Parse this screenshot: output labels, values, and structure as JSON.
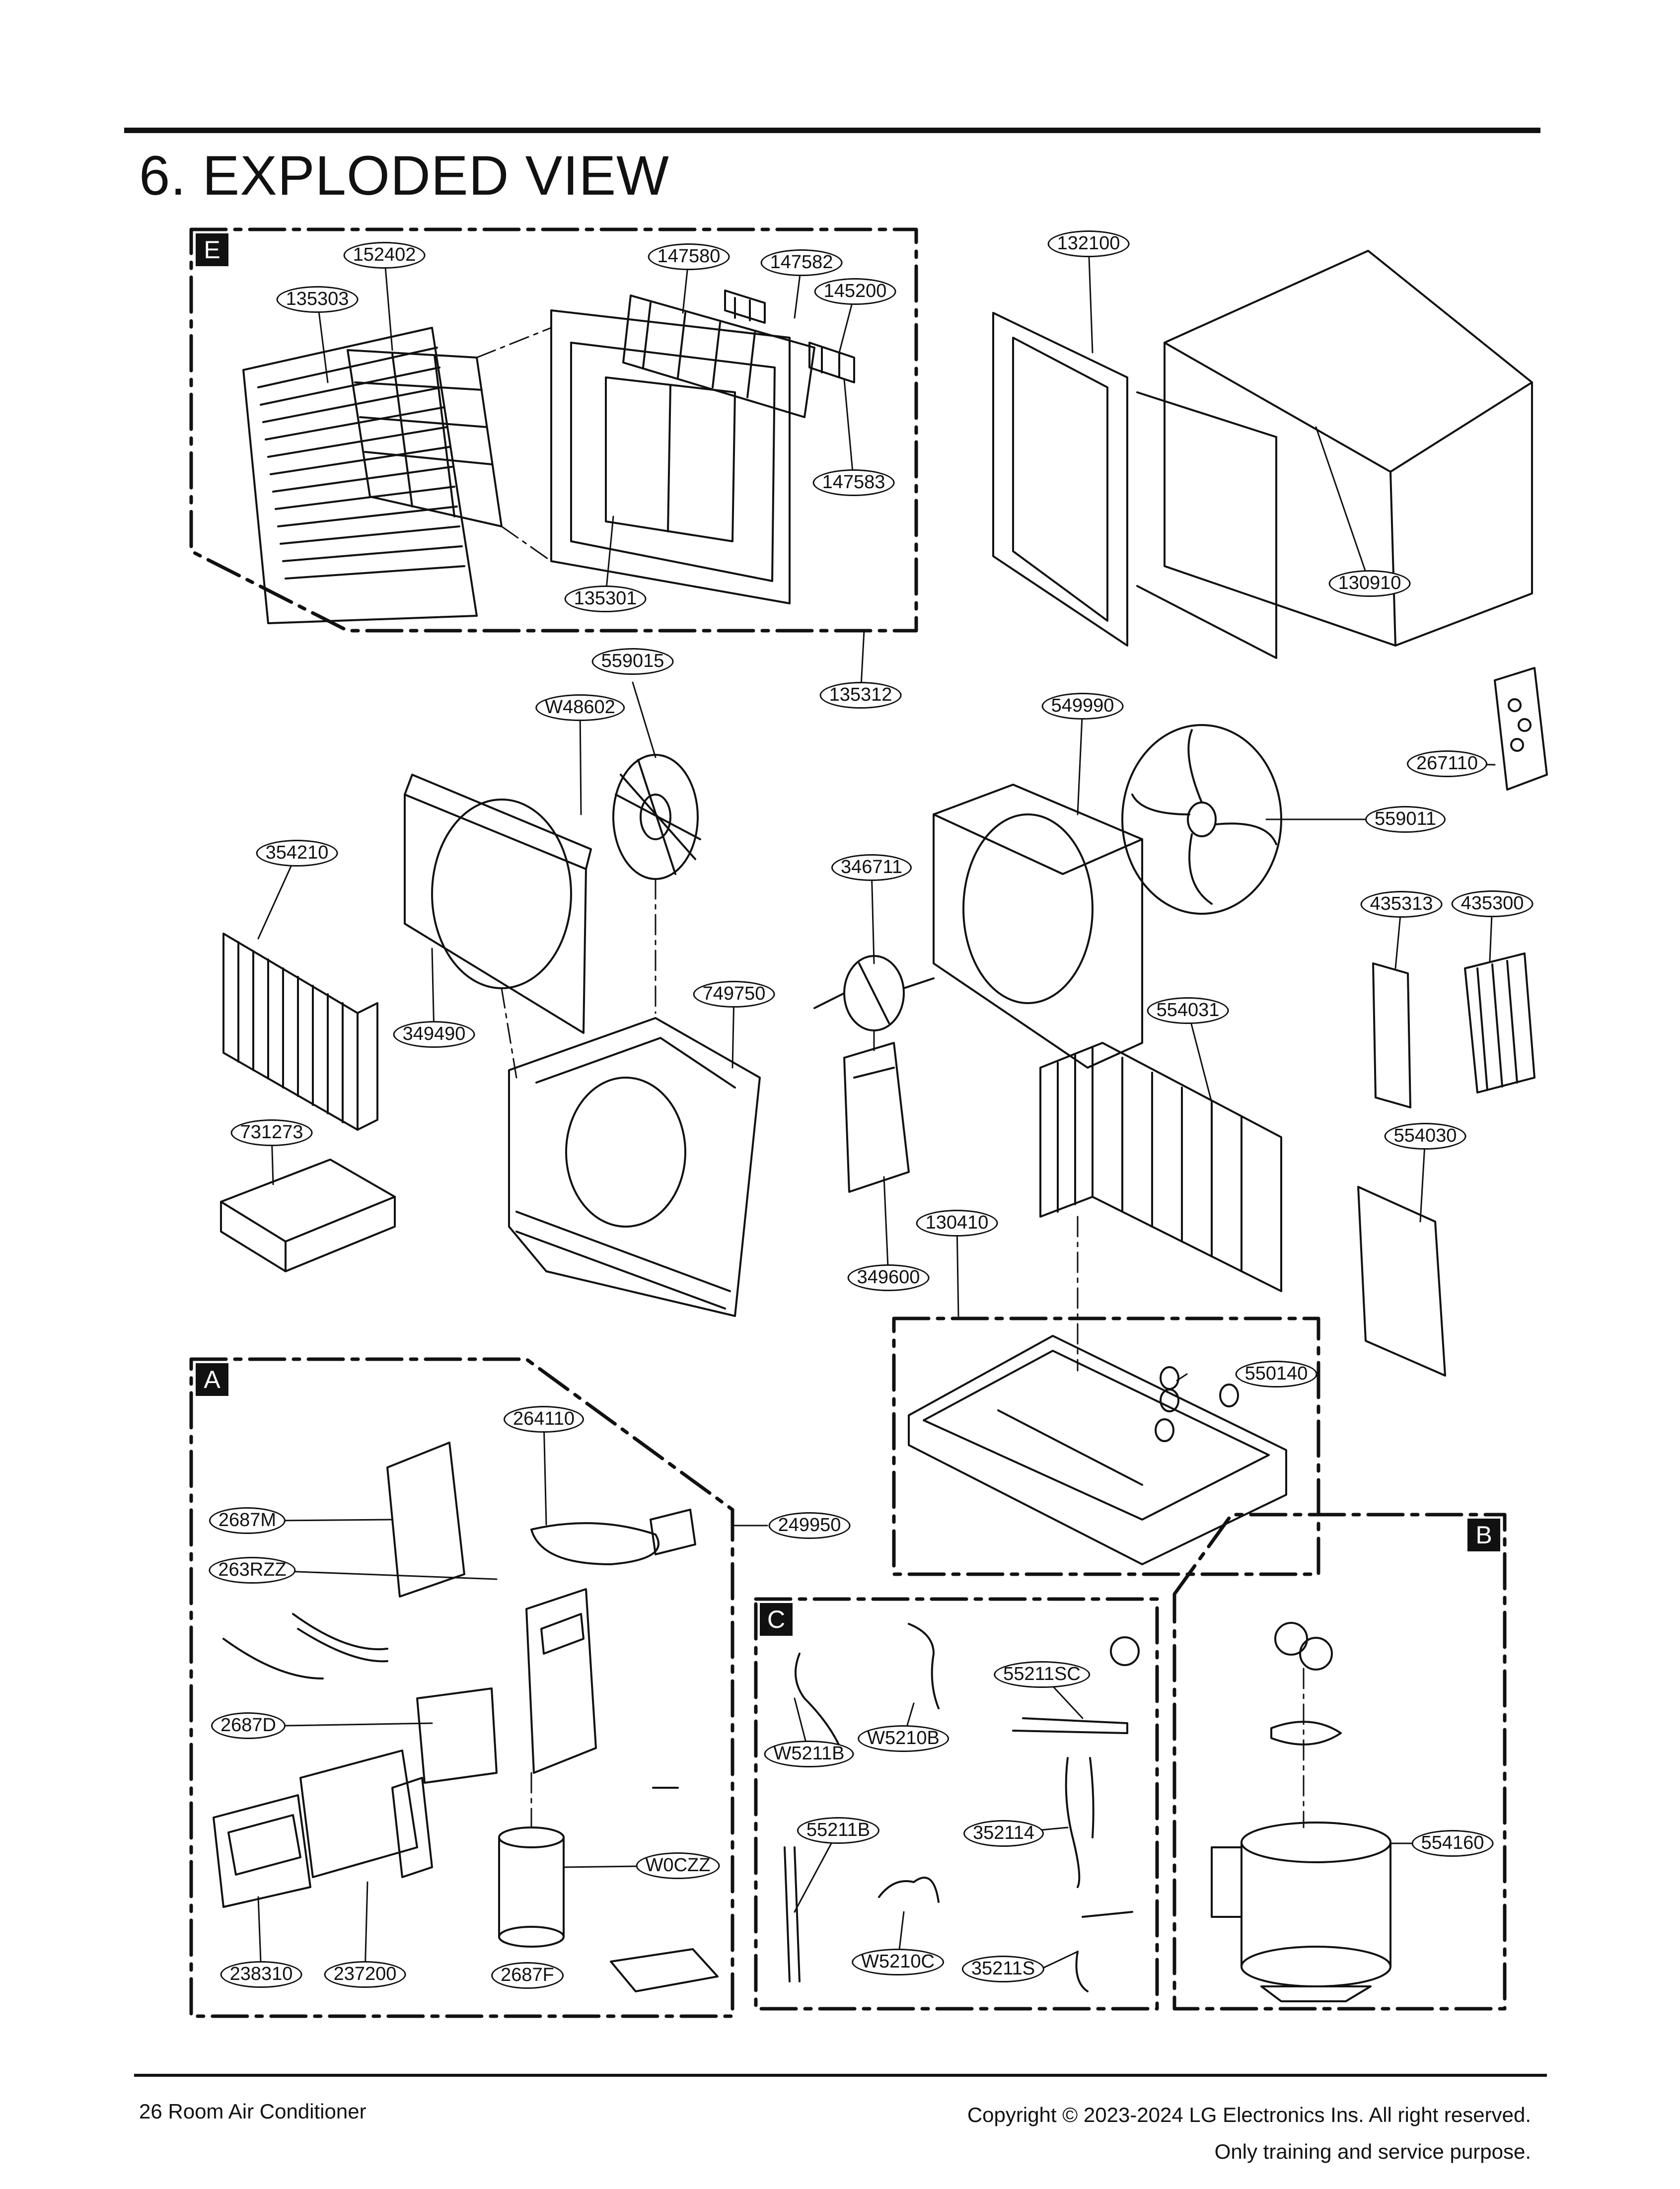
{
  "page": {
    "title": "6. EXPLODED VIEW",
    "footer_left": "26  Room Air Conditioner",
    "footer_copyright": "Copyright © 2023-2024 LG Electronics Ins. All right reserved.",
    "footer_purpose": "Only training and service purpose."
  },
  "sections": [
    {
      "id": "E",
      "label": "E"
    },
    {
      "id": "A",
      "label": "A"
    },
    {
      "id": "B",
      "label": "B"
    },
    {
      "id": "C",
      "label": "C"
    }
  ],
  "callouts": [
    {
      "id": "c152402",
      "part": "152402"
    },
    {
      "id": "c135303",
      "part": "135303"
    },
    {
      "id": "c147580",
      "part": "147580"
    },
    {
      "id": "c147582",
      "part": "147582"
    },
    {
      "id": "c145200",
      "part": "145200"
    },
    {
      "id": "c147583",
      "part": "147583"
    },
    {
      "id": "c135301",
      "part": "135301"
    },
    {
      "id": "c132100",
      "part": "132100"
    },
    {
      "id": "c130910",
      "part": "130910"
    },
    {
      "id": "c559015",
      "part": "559015"
    },
    {
      "id": "c135312",
      "part": "135312"
    },
    {
      "id": "cW48602",
      "part": "W48602"
    },
    {
      "id": "c549990",
      "part": "549990"
    },
    {
      "id": "c267110",
      "part": "267110"
    },
    {
      "id": "c559011",
      "part": "559011"
    },
    {
      "id": "c354210",
      "part": "354210"
    },
    {
      "id": "c346711",
      "part": "346711"
    },
    {
      "id": "c435313",
      "part": "435313"
    },
    {
      "id": "c435300",
      "part": "435300"
    },
    {
      "id": "c749750",
      "part": "749750"
    },
    {
      "id": "c554031",
      "part": "554031"
    },
    {
      "id": "c349490",
      "part": "349490"
    },
    {
      "id": "c731273",
      "part": "731273"
    },
    {
      "id": "c554030",
      "part": "554030"
    },
    {
      "id": "c130410",
      "part": "130410"
    },
    {
      "id": "c349600",
      "part": "349600"
    },
    {
      "id": "c550140",
      "part": "550140"
    },
    {
      "id": "c264110",
      "part": "264110"
    },
    {
      "id": "c2687M",
      "part": "2687M"
    },
    {
      "id": "c249950",
      "part": "249950"
    },
    {
      "id": "c263RZZ",
      "part": "263RZZ"
    },
    {
      "id": "c55211SC",
      "part": "55211SC"
    },
    {
      "id": "cW5210B",
      "part": "W5210B"
    },
    {
      "id": "cW5211B",
      "part": "W5211B"
    },
    {
      "id": "c2687D",
      "part": "2687D"
    },
    {
      "id": "c55211B",
      "part": "55211B"
    },
    {
      "id": "c352114",
      "part": "352114"
    },
    {
      "id": "c554160",
      "part": "554160"
    },
    {
      "id": "cW0CZZ",
      "part": "W0CZZ"
    },
    {
      "id": "cW5210C",
      "part": "W5210C"
    },
    {
      "id": "c35211S",
      "part": "35211S"
    },
    {
      "id": "c238310",
      "part": "238310"
    },
    {
      "id": "c237200",
      "part": "237200"
    },
    {
      "id": "c2687F",
      "part": "2687F"
    }
  ]
}
